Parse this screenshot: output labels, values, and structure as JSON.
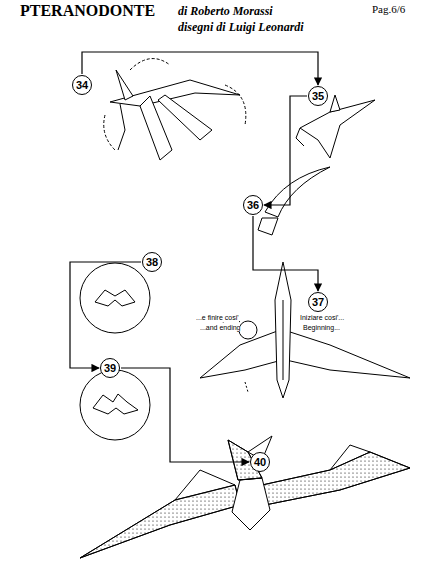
{
  "diagram": {
    "title": "PTERANODONTE",
    "nodes": [
      {
        "text": [
          "34"
        ]
      },
      {
        "text": [
          "35"
        ]
      },
      {
        "text": [
          "36"
        ]
      },
      {
        "text": [
          "37"
        ]
      },
      {
        "text": [
          "38"
        ]
      },
      {
        "text": [
          "39"
        ]
      },
      {
        "text": [
          "40"
        ]
      }
    ],
    "edges": [
      {
        "from": 0,
        "to": 1,
        "arrow": "to"
      },
      {
        "from": 1,
        "to": 2,
        "arrow": "to"
      },
      {
        "from": 2,
        "to": 3,
        "arrow": "to"
      },
      {
        "from": 4,
        "to": 5,
        "arrow": "to"
      },
      {
        "from": 5,
        "to": 6,
        "arrow": "to"
      }
    ],
    "labels": [
      "di Roberto Morassi",
      "disegni di Luigi Leonardi",
      "Pag.6/6",
      "...e finire cosi'",
      "...and ending",
      "Iniziare cosi'...",
      "Beginning..."
    ]
  }
}
